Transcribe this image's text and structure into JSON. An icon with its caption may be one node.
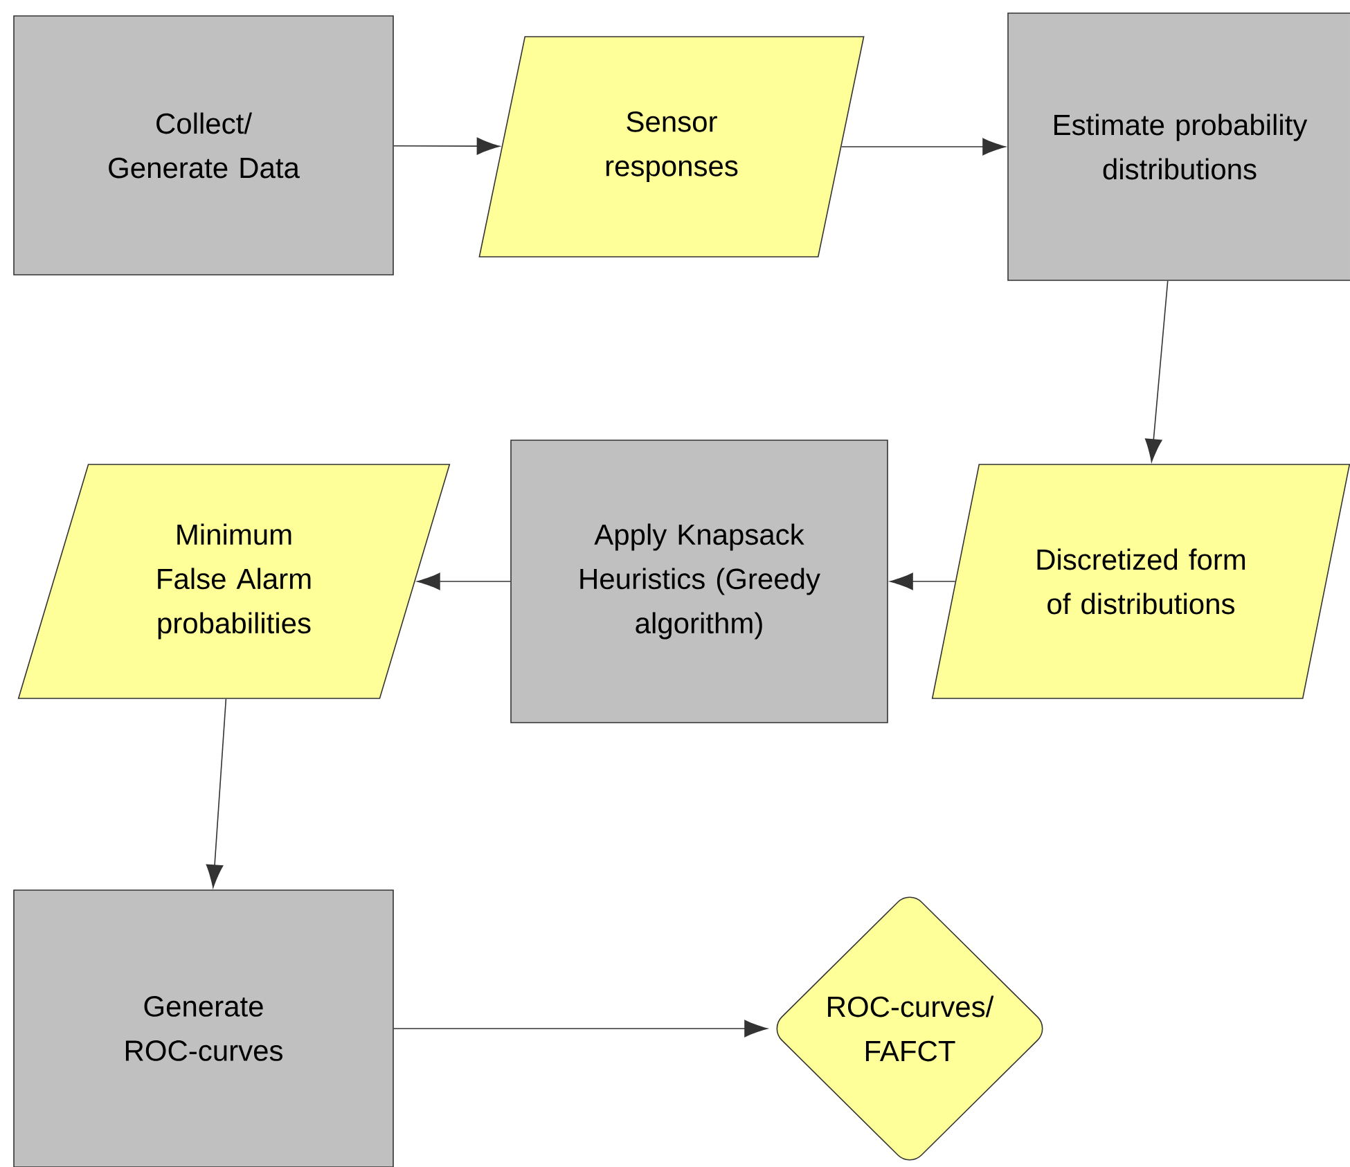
{
  "diagram": {
    "nodes": [
      {
        "text": [
          "Collect/ Generate Data"
        ]
      },
      {
        "text": [
          "Sensor responses"
        ]
      },
      {
        "text": [
          "Estimate probability distributions"
        ]
      },
      {
        "text": [
          "Discretized form of distributions"
        ]
      },
      {
        "text": [
          "Apply Knapsack Heuristics (Greedy algorithm)"
        ]
      },
      {
        "text": [
          "Minimum False Alarm probabilities"
        ]
      },
      {
        "text": [
          "Generate ROC-curves"
        ]
      },
      {
        "text": [
          "ROC-curves/ FAFCT"
        ]
      }
    ],
    "edges": [
      {
        "from": 0,
        "to": 1,
        "arrow": "to"
      },
      {
        "from": 1,
        "to": 2,
        "arrow": "to"
      },
      {
        "from": 2,
        "to": 3,
        "arrow": "to"
      },
      {
        "from": 3,
        "to": 4,
        "arrow": "to"
      },
      {
        "from": 4,
        "to": 5,
        "arrow": "to"
      },
      {
        "from": 5,
        "to": 6,
        "arrow": "to"
      },
      {
        "from": 6,
        "to": 7,
        "arrow": "to"
      }
    ]
  }
}
